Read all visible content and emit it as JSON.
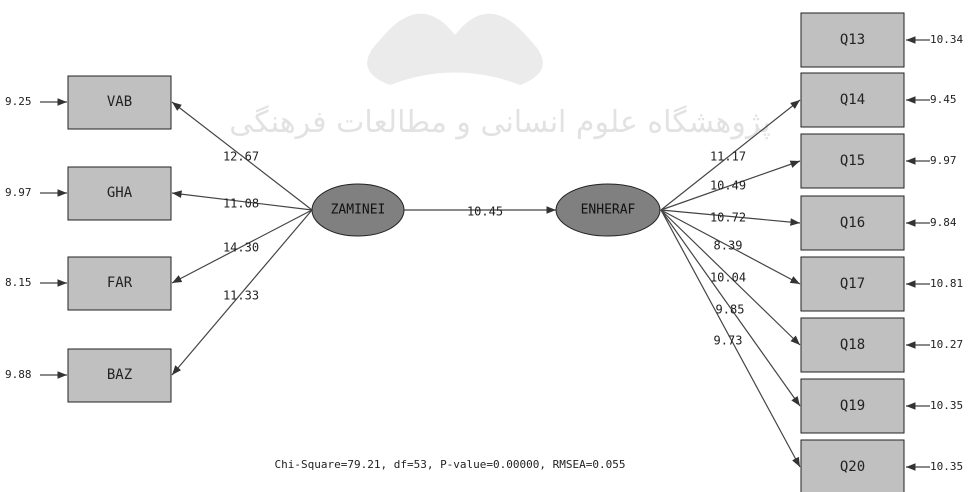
{
  "latent": [
    {
      "id": "zamine",
      "name": "ZAMINEI"
    },
    {
      "id": "enheraf",
      "name": "ENHERAF"
    }
  ],
  "left_items": [
    {
      "name": "VAB",
      "error": "9.25",
      "path": "12.67"
    },
    {
      "name": "GHA",
      "error": "9.97",
      "path": "11.08"
    },
    {
      "name": "FAR",
      "error": "8.15",
      "path": "14.30"
    },
    {
      "name": "BAZ",
      "error": "9.88",
      "path": "11.33"
    }
  ],
  "right_items": [
    {
      "name": "Q13",
      "error": "10.34",
      "path": ""
    },
    {
      "name": "Q14",
      "error": "9.45",
      "path": "11.17"
    },
    {
      "name": "Q15",
      "error": "9.97",
      "path": "10.49"
    },
    {
      "name": "Q16",
      "error": "9.84",
      "path": "10.72"
    },
    {
      "name": "Q17",
      "error": "10.81",
      "path": "8.39"
    },
    {
      "name": "Q18",
      "error": "10.27",
      "path": "10.04"
    },
    {
      "name": "Q19",
      "error": "10.35",
      "path": "9.85"
    },
    {
      "name": "Q20",
      "error": "10.35",
      "path": "9.73"
    }
  ],
  "structural_path": "10.45",
  "fit_stats": "Chi-Square=79.21, df=53, P-value=0.00000, RMSEA=0.055",
  "watermark_text": "پژوهشگاه علوم انسانی و مطالعات فرهنگی",
  "colors": {
    "box": "#c0c0c0",
    "latent": "#808080",
    "line": "#444444"
  }
}
